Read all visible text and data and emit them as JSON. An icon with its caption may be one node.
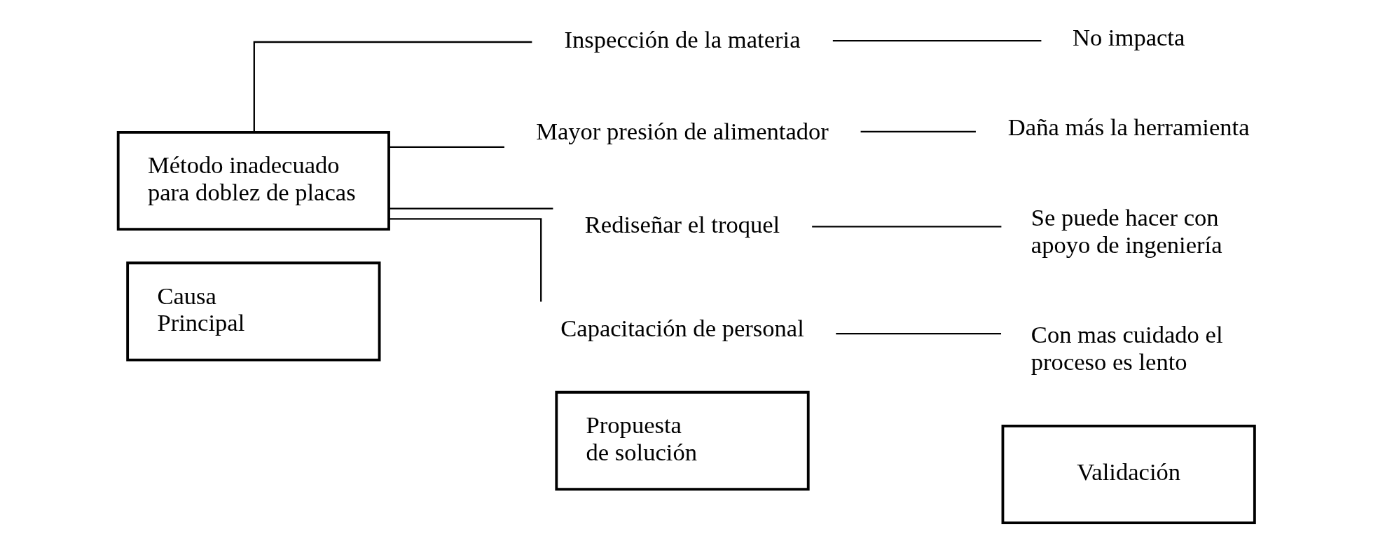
{
  "diagram": {
    "nodes": [
      {
        "text": [
          "Causa Principal"
        ]
      },
      {
        "text": [
          "Propuesta de solución"
        ]
      },
      {
        "text": [
          "Validación"
        ]
      },
      {
        "text": [
          "Método inadecuado para doblez de placas"
        ]
      },
      {
        "text": [
          "Inspección de la materia"
        ]
      },
      {
        "text": [
          "Mayor presión de alimentador"
        ]
      },
      {
        "text": [
          "Rediseñar el troquel"
        ]
      },
      {
        "text": [
          "Capacitación de personal"
        ]
      },
      {
        "text": [
          "No impacta"
        ]
      },
      {
        "text": [
          "Daña más la herramienta"
        ]
      },
      {
        "text": [
          "Se puede hacer con apoyo de ingeniería"
        ]
      },
      {
        "text": [
          "Con mas cuidado el proceso es lento"
        ]
      }
    ],
    "edges": [
      {
        "from": 3,
        "to": 4,
        "arrow": "none"
      },
      {
        "from": 3,
        "to": 5,
        "arrow": "none"
      },
      {
        "from": 3,
        "to": 6,
        "arrow": "none"
      },
      {
        "from": 3,
        "to": 7,
        "arrow": "none"
      },
      {
        "from": 4,
        "to": 8,
        "arrow": "none"
      },
      {
        "from": 5,
        "to": 9,
        "arrow": "none"
      },
      {
        "from": 6,
        "to": 10,
        "arrow": "none"
      },
      {
        "from": 7,
        "to": 11,
        "arrow": "none"
      }
    ]
  }
}
